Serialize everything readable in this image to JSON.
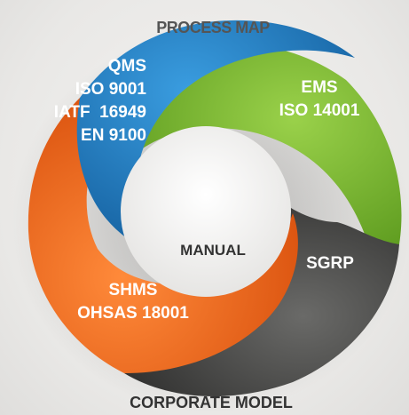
{
  "top_caption": "PROCESS MAP",
  "center_caption": "MANUAL",
  "bottom_caption": "CORPORATE MODEL",
  "segments": {
    "qms": {
      "lines": [
        "QMS",
        "ISO 9001",
        "IATF  16949",
        "EN 9100"
      ],
      "color": "#1e78c0"
    },
    "ems": {
      "lines": [
        "EMS",
        "ISO 14001"
      ],
      "color": "#7cba2f"
    },
    "sgrp": {
      "lines": [
        "SGRP"
      ],
      "color": "#4a4a48"
    },
    "shms": {
      "lines": [
        "SHMS",
        "OHSAS 18001"
      ],
      "color": "#f26a1b"
    }
  }
}
